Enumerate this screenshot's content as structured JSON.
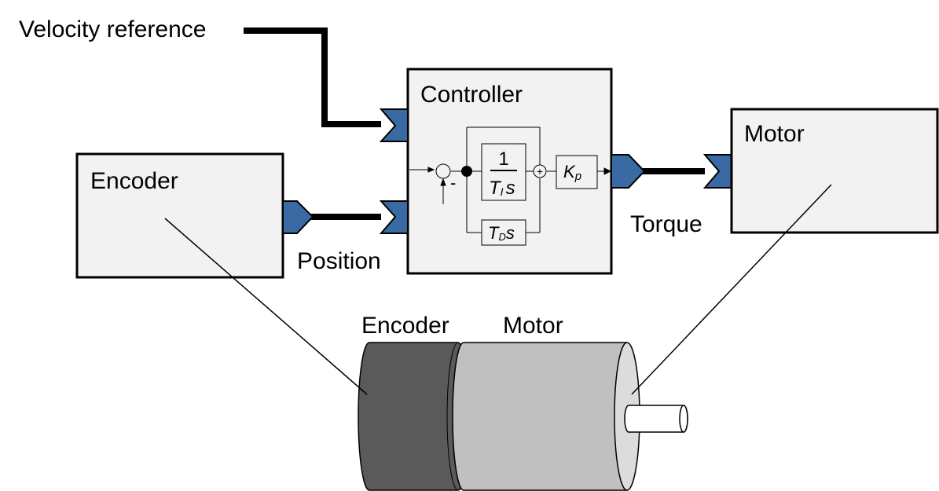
{
  "labels": {
    "velocity_reference": "Velocity reference",
    "controller": "Controller",
    "encoder_block": "Encoder",
    "motor_block": "Motor",
    "position": "Position",
    "torque": "Torque",
    "encoder_physical": "Encoder",
    "motor_physical": "Motor"
  },
  "controller_internals": {
    "minus_sign": "-",
    "plus_sign": "+",
    "integral_numerator": "1",
    "integral_T": "T",
    "integral_sub": "I",
    "integral_s": "s",
    "derivative_T": "T",
    "derivative_sub": "D",
    "derivative_s": "s",
    "gain_K": "K",
    "gain_sub": "p"
  },
  "colors": {
    "block_fill": "#f2f2f2",
    "connector_fill": "#3a6aa3",
    "encoder_body": "#5a5a5a",
    "motor_body": "#c0c0c0",
    "motor_face": "#dcdcdc"
  }
}
